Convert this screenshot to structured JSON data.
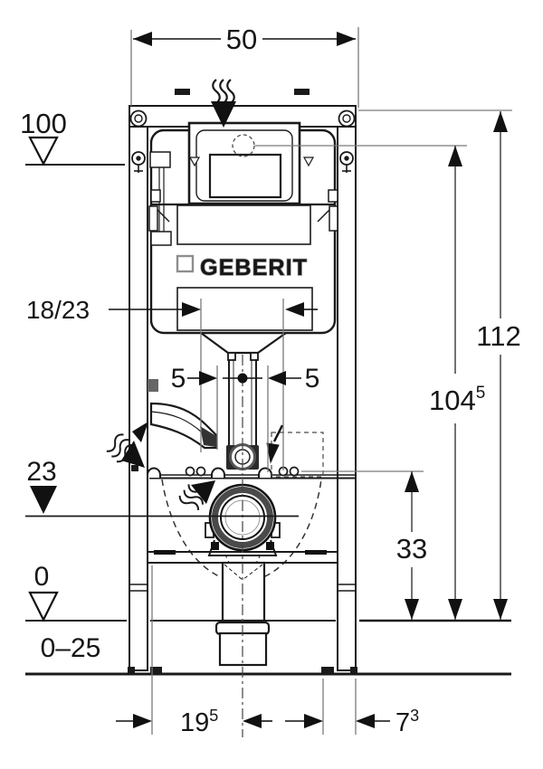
{
  "brand": {
    "logo_text": "GEBERIT"
  },
  "dimensions": {
    "top_width": "50",
    "upper_level": "100",
    "duct_width": "18/23",
    "offset_left": "5",
    "offset_right": "5",
    "drain_level": "23",
    "floor_level": "0",
    "floor_adjust_range": "0–25",
    "overall_height": "112",
    "actuator_height": {
      "base": "104",
      "sup": "5"
    },
    "fixing_height": "33",
    "bottom_left": {
      "base": "19",
      "sup": "5"
    },
    "bottom_right": {
      "base": "7",
      "sup": "3"
    }
  },
  "colors": {
    "line": "#1a1a1a",
    "thin_line": "#7a7a7a",
    "logo_outline": "#8e8e8e",
    "background": "#ffffff"
  }
}
